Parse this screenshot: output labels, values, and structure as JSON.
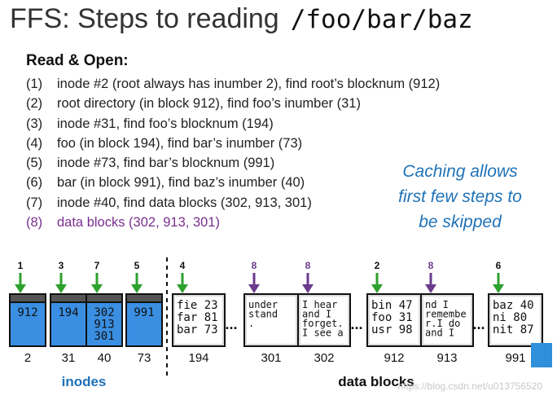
{
  "title": {
    "main": "FFS: Steps to reading",
    "path": "/foo/bar/baz"
  },
  "section_heading": "Read & Open:",
  "steps": [
    {
      "num": "(1)",
      "text": "inode #2  (root always has inumber 2), find root’s blocknum (912)"
    },
    {
      "num": "(2)",
      "text": "root directory (in block 912), find foo’s inumber (31)"
    },
    {
      "num": "(3)",
      "text": "inode #31, find foo’s blocknum (194)"
    },
    {
      "num": "(4)",
      "text": "foo (in block 194), find bar’s inumber (73)"
    },
    {
      "num": "(5)",
      "text": "inode #73, find bar’s blocknum (991)"
    },
    {
      "num": "(6)",
      "text": "bar (in block 991), find baz’s inumber (40)"
    },
    {
      "num": "(7)",
      "text": "inode #40, find data blocks (302, 913, 301)"
    },
    {
      "num": "(8)",
      "text": "data blocks (302, 913, 301)"
    }
  ],
  "callout": [
    "Caching allows",
    "first few steps to",
    "be skipped"
  ],
  "inodes": [
    {
      "label": "2",
      "value": [
        "912"
      ],
      "step": "1"
    },
    {
      "label": "31",
      "value": [
        "194"
      ],
      "step": "3"
    },
    {
      "label": "40",
      "value": [
        "302",
        "913",
        "301"
      ],
      "step": "7"
    },
    {
      "label": "73",
      "value": [
        "991"
      ],
      "step": "5"
    }
  ],
  "blocks": [
    {
      "label": "194",
      "lines": [
        "fie 23",
        "far 81",
        "bar 73"
      ],
      "step": "4",
      "arrow": "green"
    },
    {
      "label": "301",
      "lines": [
        "under",
        "stand",
        "."
      ],
      "step": "8",
      "arrow": "purple"
    },
    {
      "label": "302",
      "lines": [
        "I  hear",
        "and   I",
        "forget.",
        "I see a"
      ],
      "step": "8",
      "arrow": "purple"
    },
    {
      "label": "912",
      "lines": [
        "bin 47",
        "foo 31",
        "usr 98"
      ],
      "step": "2",
      "arrow": "green"
    },
    {
      "label": "913",
      "lines": [
        "nd    I",
        "remembe",
        "r.I  do",
        "and I"
      ],
      "step": "8",
      "arrow": "purple"
    },
    {
      "label": "991",
      "lines": [
        "baz 40",
        "ni  80",
        "nit 87"
      ],
      "step": "6",
      "arrow": "green"
    }
  ],
  "ellipsis": "...",
  "inodes_label": "inodes",
  "blocks_label": "data blocks",
  "watermark": "https://blog.csdn.net/u013756520",
  "colors": {
    "inode_fill": "#3a8fe3",
    "inode_top": "#555555",
    "green": "#2da12d",
    "purple": "#6b3a8c",
    "callout": "#1f72b8"
  }
}
